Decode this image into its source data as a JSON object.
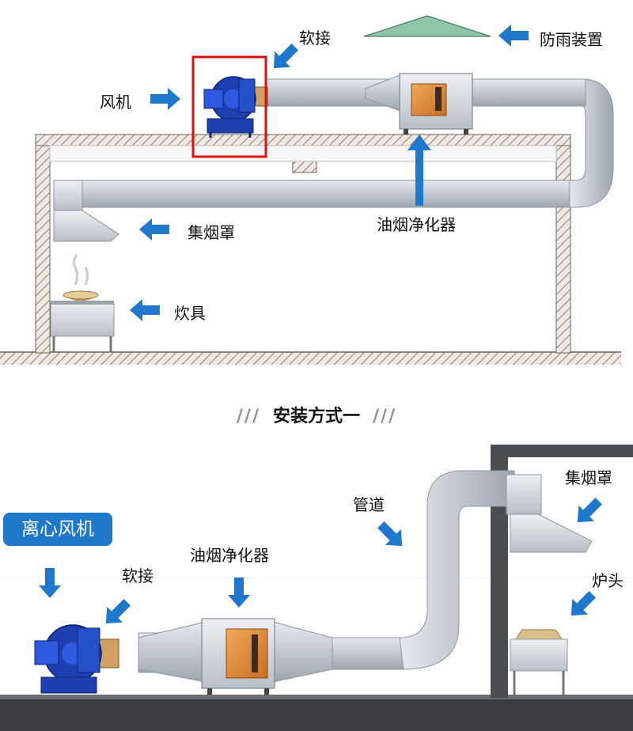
{
  "top_diagram": {
    "labels": {
      "soft_joint": "软接",
      "rain_guard": "防雨装置",
      "fan": "风机",
      "hood": "集烟罩",
      "purifier": "油烟净化器",
      "stove": "炊具"
    }
  },
  "section_title": {
    "decoration_left": "///",
    "text": "安装方式一",
    "decoration_right": "///"
  },
  "bottom_diagram": {
    "badge": "离心风机",
    "labels": {
      "soft_joint": "软接",
      "purifier": "油烟净化器",
      "duct": "管道",
      "hood": "集烟罩",
      "burner": "炉头"
    }
  },
  "colors": {
    "arrow": "#1f78cc",
    "highlight_box": "#e01010",
    "badge": "#1f78cc",
    "duct": "#c6ccd3",
    "purifier_panel": "#d9863c"
  }
}
